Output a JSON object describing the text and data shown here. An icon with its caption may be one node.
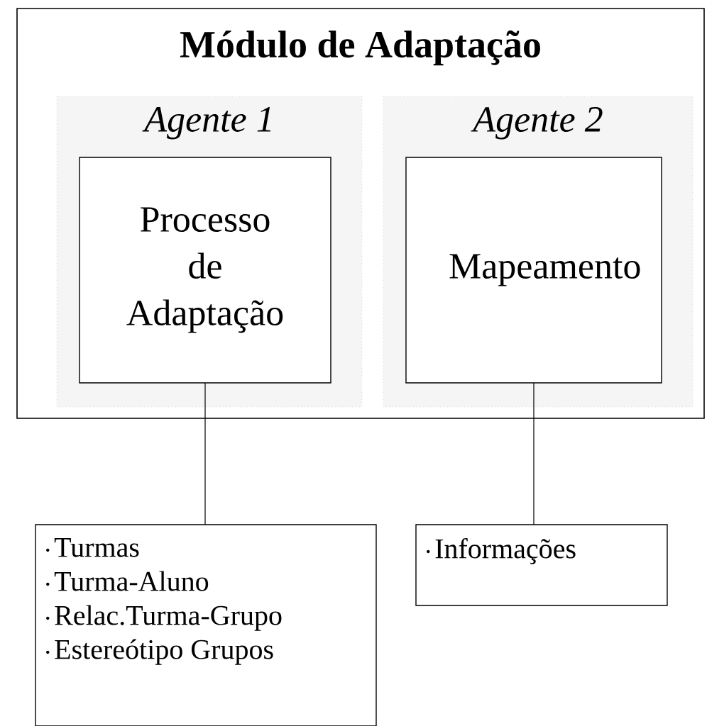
{
  "diagram": {
    "nodes": [
      {
        "text": [
          "Módulo de Adaptação"
        ]
      },
      {
        "text": [
          "Agente 1"
        ],
        "in": 0
      },
      {
        "text": [
          "Processo de Adaptação"
        ],
        "in": 1
      },
      {
        "text": [
          "Agente 2"
        ],
        "in": 0
      },
      {
        "text": [
          "Mapeamento"
        ],
        "in": 3
      },
      {
        "text": [
          "Turmas",
          "Turma-Aluno",
          "Relac.Turma-Grupo",
          "Estereótipo Grupos"
        ]
      },
      {
        "text": [
          "Informações"
        ]
      }
    ],
    "edges": [
      {
        "from": 2,
        "to": 5,
        "arrow": "none"
      },
      {
        "from": 4,
        "to": 6,
        "arrow": "none"
      }
    ]
  }
}
